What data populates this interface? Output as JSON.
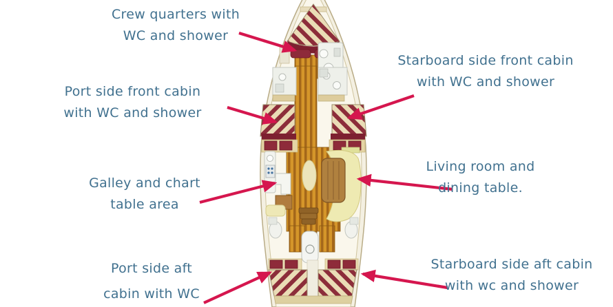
{
  "colors": {
    "arrow": "#d5164e",
    "label_text": "#41718f",
    "background": "#ffffff",
    "bed_stripe_maroon": "#8c2d3a",
    "bed_stripe_cream": "#eadcb6",
    "wood_floor": "#d5962a",
    "sofa_cream": "#eeeab2",
    "hull_deck": "#f4f0e2"
  },
  "labels": [
    {
      "id": "crew-quarters",
      "lines": [
        "Crew quarters with",
        "WC and shower"
      ]
    },
    {
      "id": "port-front-cabin",
      "lines": [
        "Port side front cabin",
        "with WC and shower"
      ]
    },
    {
      "id": "galley",
      "lines": [
        "Galley and chart",
        "table area"
      ]
    },
    {
      "id": "port-aft-cabin",
      "lines": [
        "Port side aft",
        "cabin with WC"
      ]
    },
    {
      "id": "starboard-front-cabin",
      "lines": [
        "Starboard side front cabin",
        "with WC and shower"
      ]
    },
    {
      "id": "living-room",
      "lines": [
        "Living room and",
        "dining table."
      ]
    },
    {
      "id": "starboard-aft-cabin",
      "lines": [
        "Starboard side aft cabin",
        "with wc and shower"
      ]
    }
  ]
}
